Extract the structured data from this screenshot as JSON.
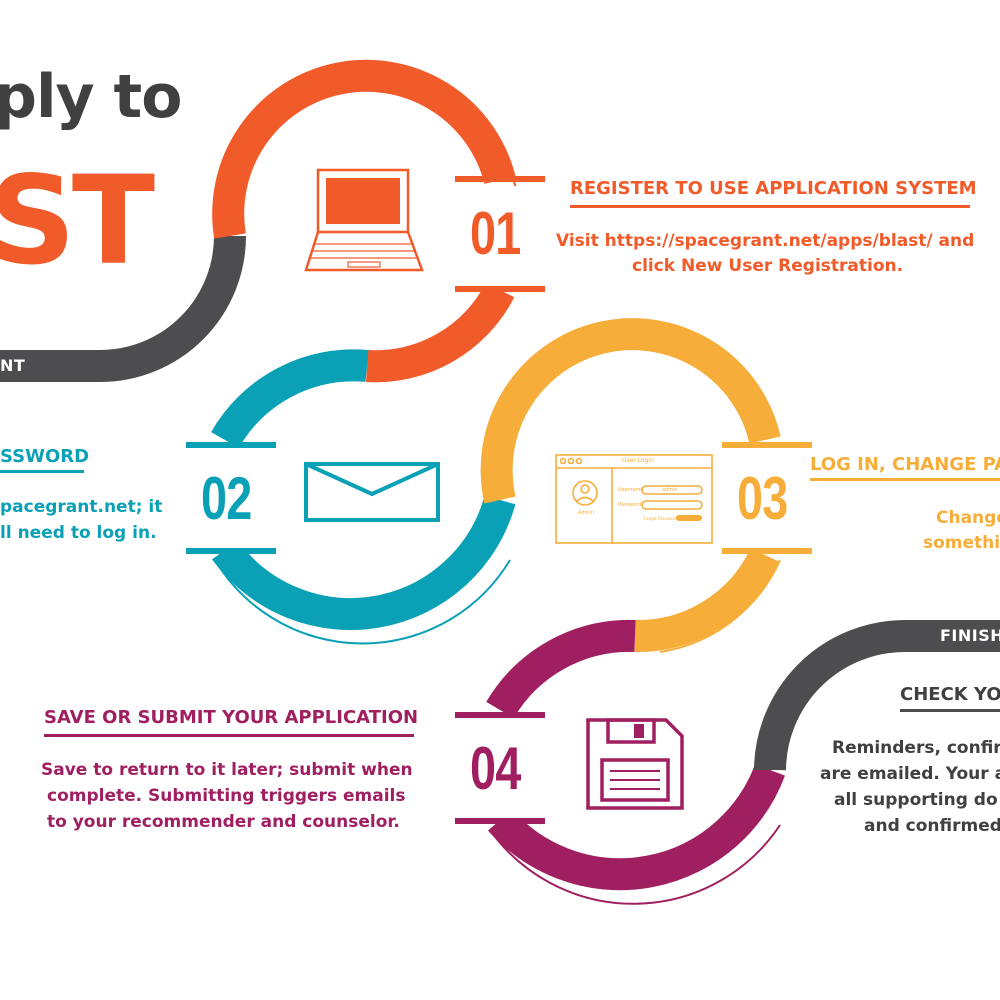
{
  "header": {
    "title_line1": "ply to",
    "title_line2": "ST",
    "start_label": "NT",
    "finish_label": "FINISH"
  },
  "colors": {
    "step1": "#f15a29",
    "step2": "#0aa1b6",
    "step3": "#f7ad39",
    "step4": "#a01f61",
    "track": "#4d4d4f"
  },
  "steps": [
    {
      "number": "01",
      "icon": "laptop-icon",
      "heading": "REGISTER TO USE APPLICATION SYSTEM",
      "lines": [
        "Visit https://spacegrant.net/apps/blast/ and",
        "click New User Registration."
      ]
    },
    {
      "number": "02",
      "icon": "envelope-icon",
      "heading": "SSWORD",
      "lines": [
        "pacegrant.net; it",
        "ll need to log in."
      ]
    },
    {
      "number": "03",
      "icon": "login-window-icon",
      "heading": "LOG IN, CHANGE PAS",
      "lines": [
        "Change",
        "somethi"
      ]
    },
    {
      "number": "04",
      "icon": "floppy-disk-icon",
      "heading": "SAVE OR SUBMIT YOUR APPLICATION",
      "lines": [
        "Save to return to it later; submit when",
        "complete. Submitting triggers emails",
        "to your recommender and counselor."
      ]
    },
    {
      "heading": "CHECK YO",
      "lines": [
        "Reminders, confir",
        "are emailed. Your a",
        "all supporting do",
        "and confirmed"
      ]
    }
  ],
  "login_window": {
    "title": "User Login",
    "avatar_label": "Admin",
    "username_label": "Username",
    "username_value": "admin",
    "password_label": "Password",
    "forgot_label": "Forgot Password"
  }
}
